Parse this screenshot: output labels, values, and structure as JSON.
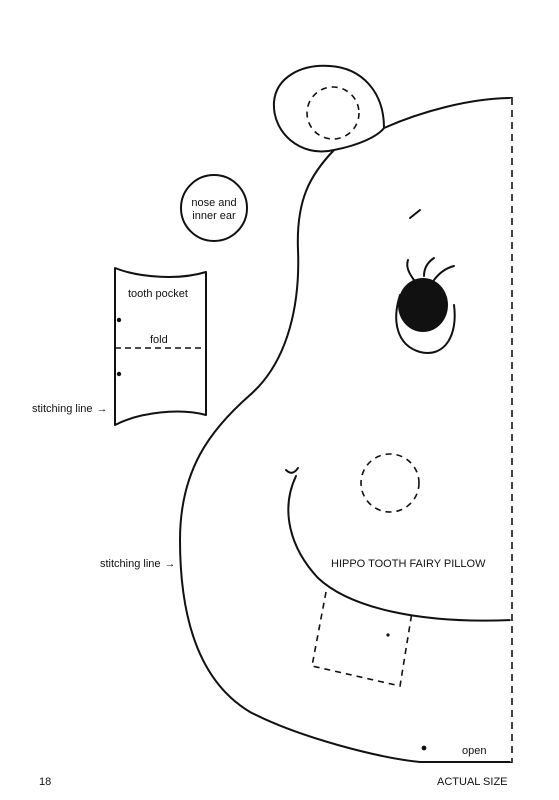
{
  "pattern": {
    "title": "HIPPO TOOTH FAIRY PILLOW",
    "scale_note": "ACTUAL SIZE",
    "page_number": "18",
    "labels": {
      "nose_inner_ear_line1": "nose and",
      "nose_inner_ear_line2": "inner ear",
      "tooth_pocket": "tooth pocket",
      "fold": "fold",
      "stitching_line": "stitching line",
      "arrow": "→",
      "open": "open"
    }
  }
}
